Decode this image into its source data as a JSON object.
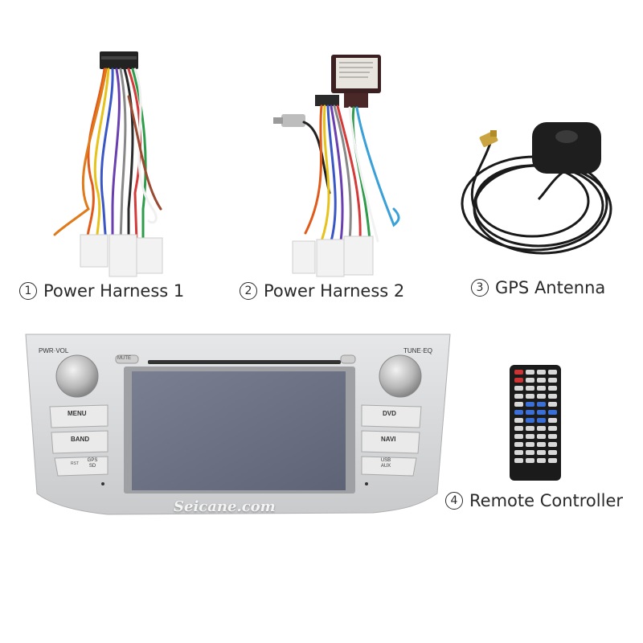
{
  "items": [
    {
      "number": "1",
      "label": "Power Harness 1"
    },
    {
      "number": "2",
      "label": "Power Harness 2"
    },
    {
      "number": "3",
      "label": "GPS Antenna"
    },
    {
      "number": "4",
      "label": "Remote Controller"
    }
  ],
  "head_unit": {
    "knob_left_label": "PWR·VOL",
    "knob_right_label": "TUNE·EQ",
    "mute_label": "MUTE",
    "left_buttons": [
      "MENU",
      "BAND",
      "GPS SD"
    ],
    "left_small_label": "RST",
    "right_buttons": [
      "DVD",
      "NAVI",
      "USB AUX"
    ],
    "watermark": "Seicane.com"
  },
  "colors": {
    "panel_silver": "#d9dadc",
    "screen": "#6d7386",
    "remote_body": "#1b1b1b",
    "remote_blue": "#3a6fd8"
  }
}
